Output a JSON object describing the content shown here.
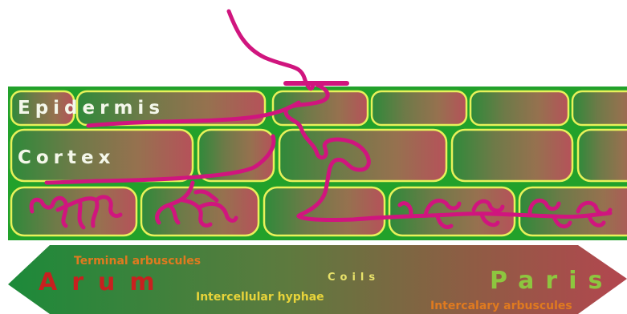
{
  "diagram": {
    "tissue_labels": {
      "epidermis": "Epidermis",
      "cortex": "Cortex"
    },
    "arrow_labels": {
      "arum": "Arum",
      "paris": "Paris",
      "terminal_arbuscules": "Terminal arbuscules",
      "coils": "Coils",
      "intercellular_hyphae": "Intercellular hyphae",
      "intercalary_arbuscules": "Intercalary arbuscules"
    },
    "colors": {
      "cell_wall": "#22a12a",
      "cell_outline": "#e8f25a",
      "hypha": "#d0157e",
      "arum_red": "#c8201f",
      "paris_green": "#8dc63f",
      "label_orange": "#e07a1f",
      "label_yellow": "#e8d43a"
    }
  }
}
